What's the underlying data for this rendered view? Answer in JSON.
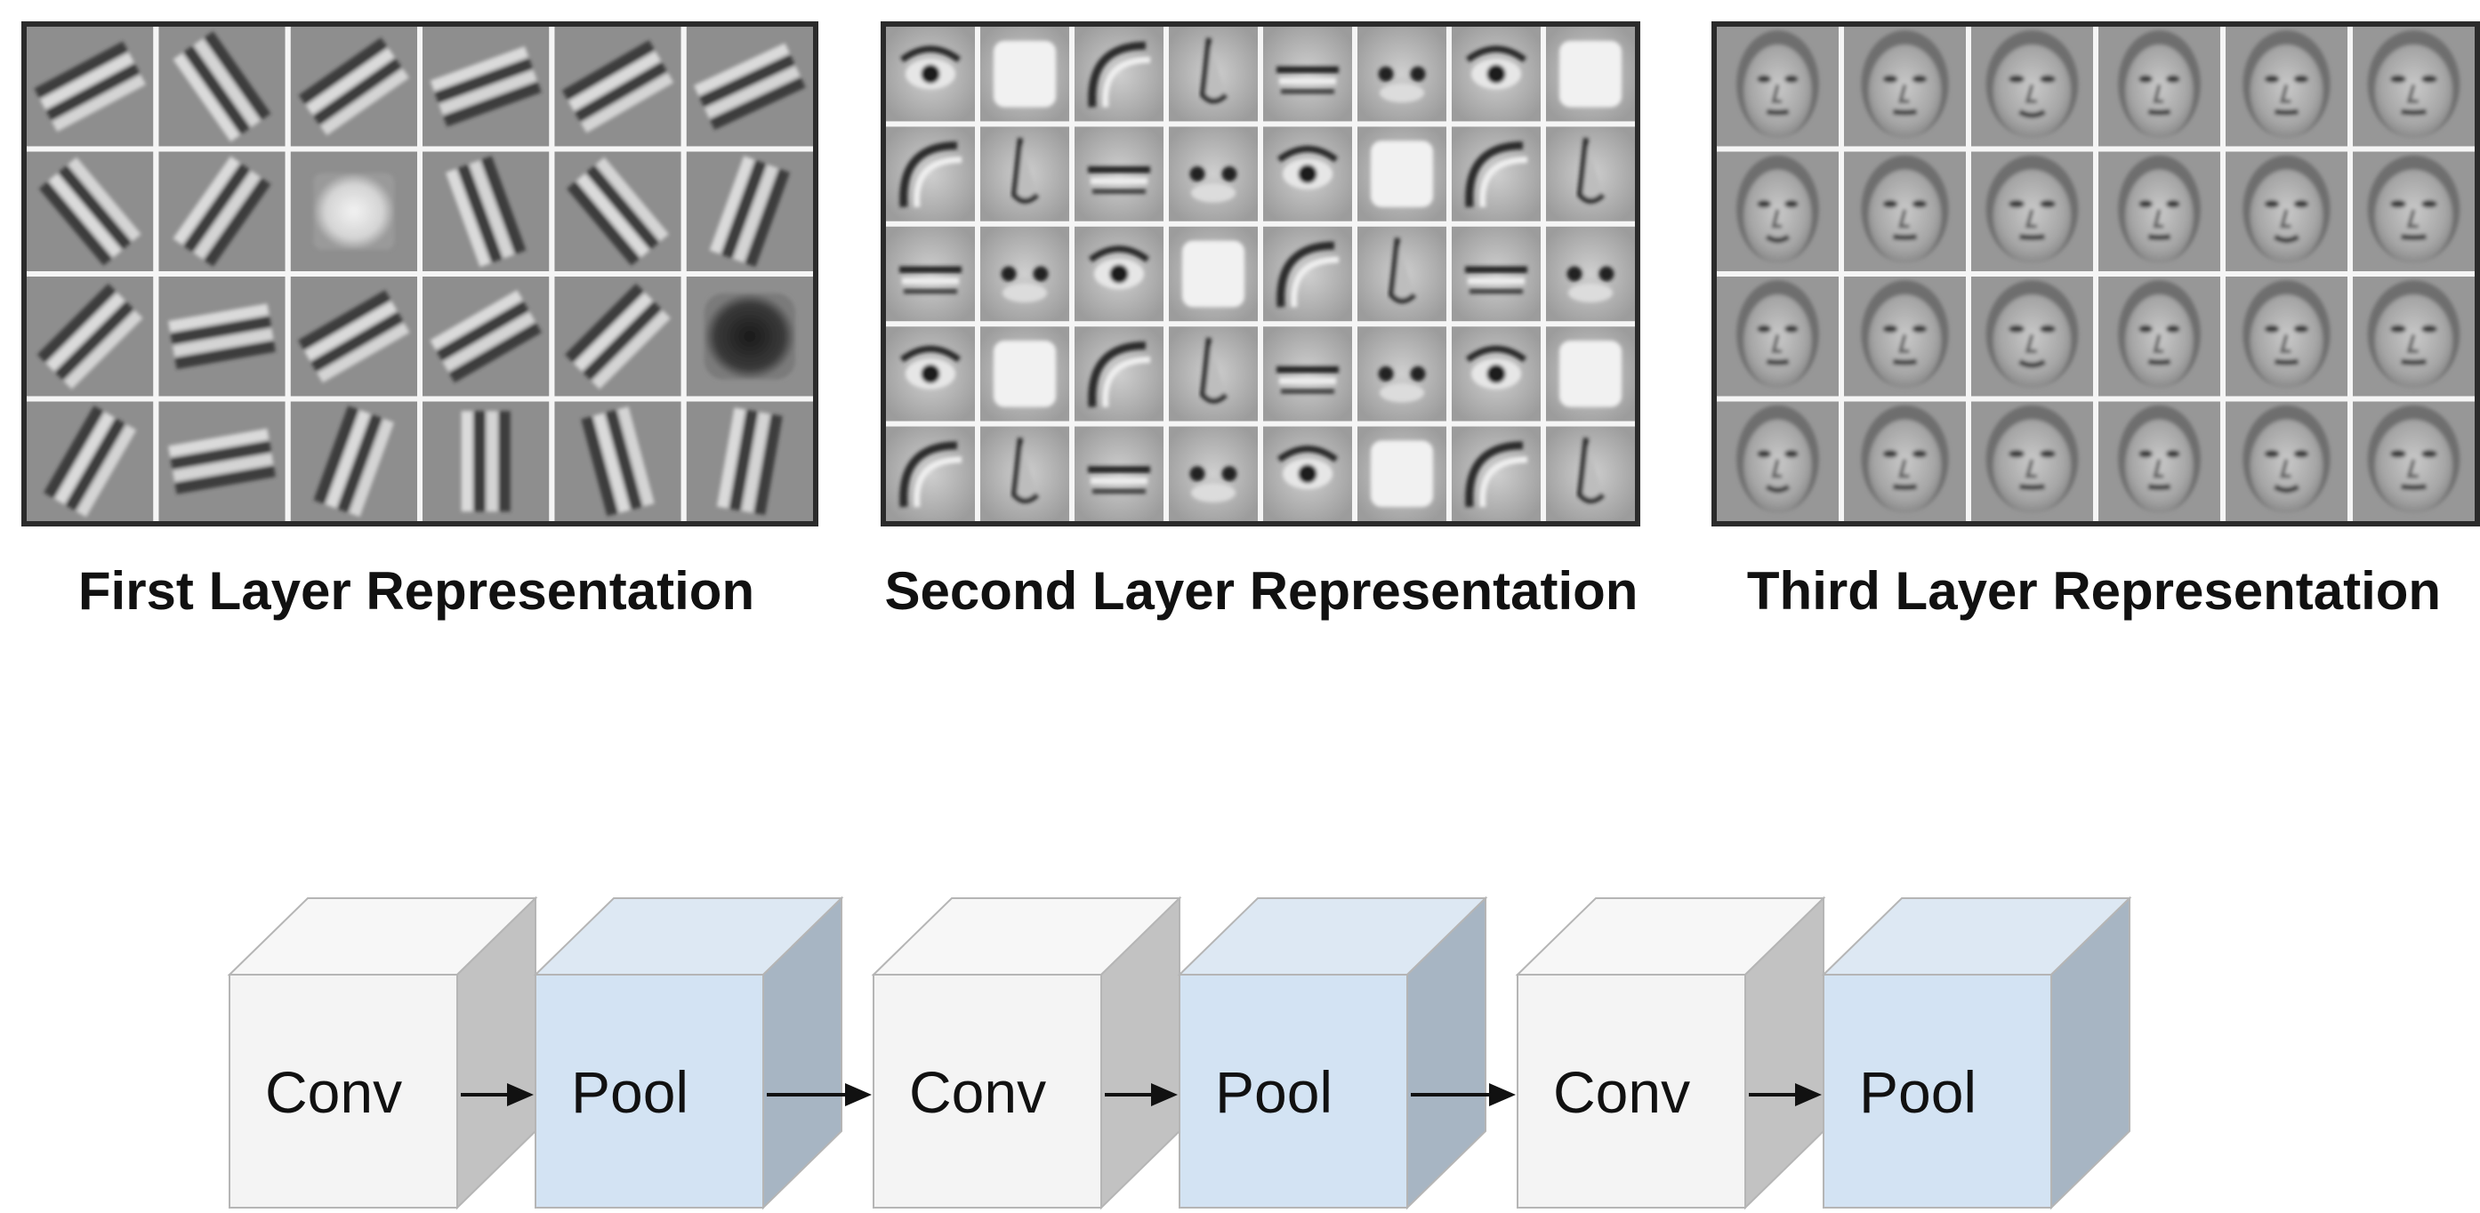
{
  "panels": [
    {
      "id": "first",
      "caption": "First Layer Representation",
      "rows": 4,
      "cols": 6,
      "content": "edge-filters"
    },
    {
      "id": "second",
      "caption": "Second Layer Representation",
      "rows": 5,
      "cols": 8,
      "content": "facial-parts"
    },
    {
      "id": "third",
      "caption": "Third Layer Representation",
      "rows": 4,
      "cols": 6,
      "content": "faces"
    }
  ],
  "pipeline": [
    {
      "kind": "conv",
      "label": "Conv"
    },
    {
      "kind": "pool",
      "label": "Pool"
    },
    {
      "kind": "conv",
      "label": "Conv"
    },
    {
      "kind": "pool",
      "label": "Pool"
    },
    {
      "kind": "conv",
      "label": "Conv"
    },
    {
      "kind": "pool",
      "label": "Pool"
    }
  ],
  "colors": {
    "conv_front": "#f4f4f4",
    "conv_top": "#f7f7f7",
    "conv_side": "#c2c2c2",
    "pool_front": "#d3e3f3",
    "pool_top": "#dde8f3",
    "pool_side": "#a7b5c3",
    "block_edge": "#b5b5b5",
    "arrow": "#111111",
    "panel_border": "#2b2b2b",
    "grid_line": "#f5f5f5",
    "tile_bg": "#8e8e8e"
  }
}
